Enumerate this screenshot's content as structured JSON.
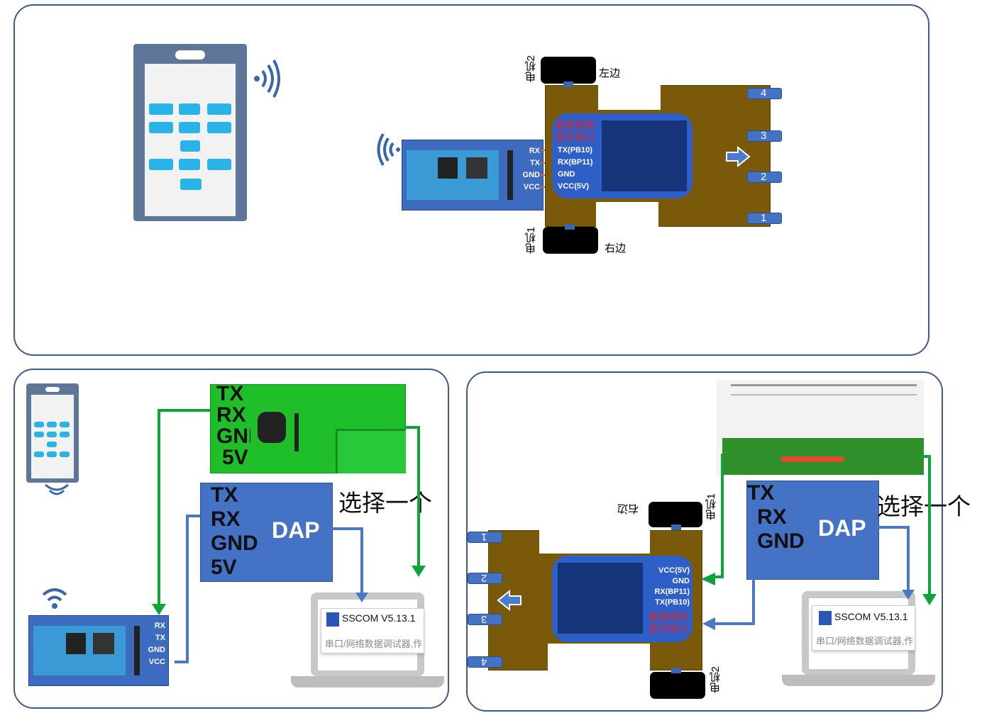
{
  "top": {
    "pins_bt": [
      "RX",
      "TX",
      "GND",
      "VCC"
    ],
    "pins_board": [
      "TX(PB10)",
      "RX(BP11)",
      "GND",
      "VCC(5V)"
    ],
    "board_note": [
      "直接插到",
      "蓝牙接口"
    ],
    "motor_left_label": "电机2",
    "motor_left_side": "左边",
    "motor_right_label": "电机1",
    "motor_right_side": "右边",
    "tabs": [
      "4",
      "3",
      "2",
      "1"
    ]
  },
  "bottom_left": {
    "usb_pins": [
      "TX",
      "RX",
      "GND",
      "5V"
    ],
    "dap_pins": [
      "TX",
      "RX",
      "GND",
      "5V"
    ],
    "dap_label": "DAP",
    "choose": "选择一个",
    "bt_pins": [
      "RX",
      "TX",
      "GND",
      "VCC"
    ],
    "sscom_title": "SSCOM V5.13.1",
    "sscom_sub": "串口/网络数据调试器,作"
  },
  "bottom_right": {
    "dap_pins": [
      "TX",
      "RX",
      "GND"
    ],
    "dap_label": "DAP",
    "choose": "选择一个",
    "pins_board": [
      "VCC(5V)",
      "GND",
      "RX(BP11)",
      "TX(PB10)"
    ],
    "board_note": [
      "直接插到",
      "蓝牙接口"
    ],
    "motor_top_label": "电机1",
    "motor_top_side": "右边",
    "motor_bottom_label": "电机2",
    "tabs": [
      "1",
      "2",
      "3",
      "4"
    ],
    "sscom_title": "SSCOM V5.13.1",
    "sscom_sub": "串口/网络数据调试器,作"
  }
}
